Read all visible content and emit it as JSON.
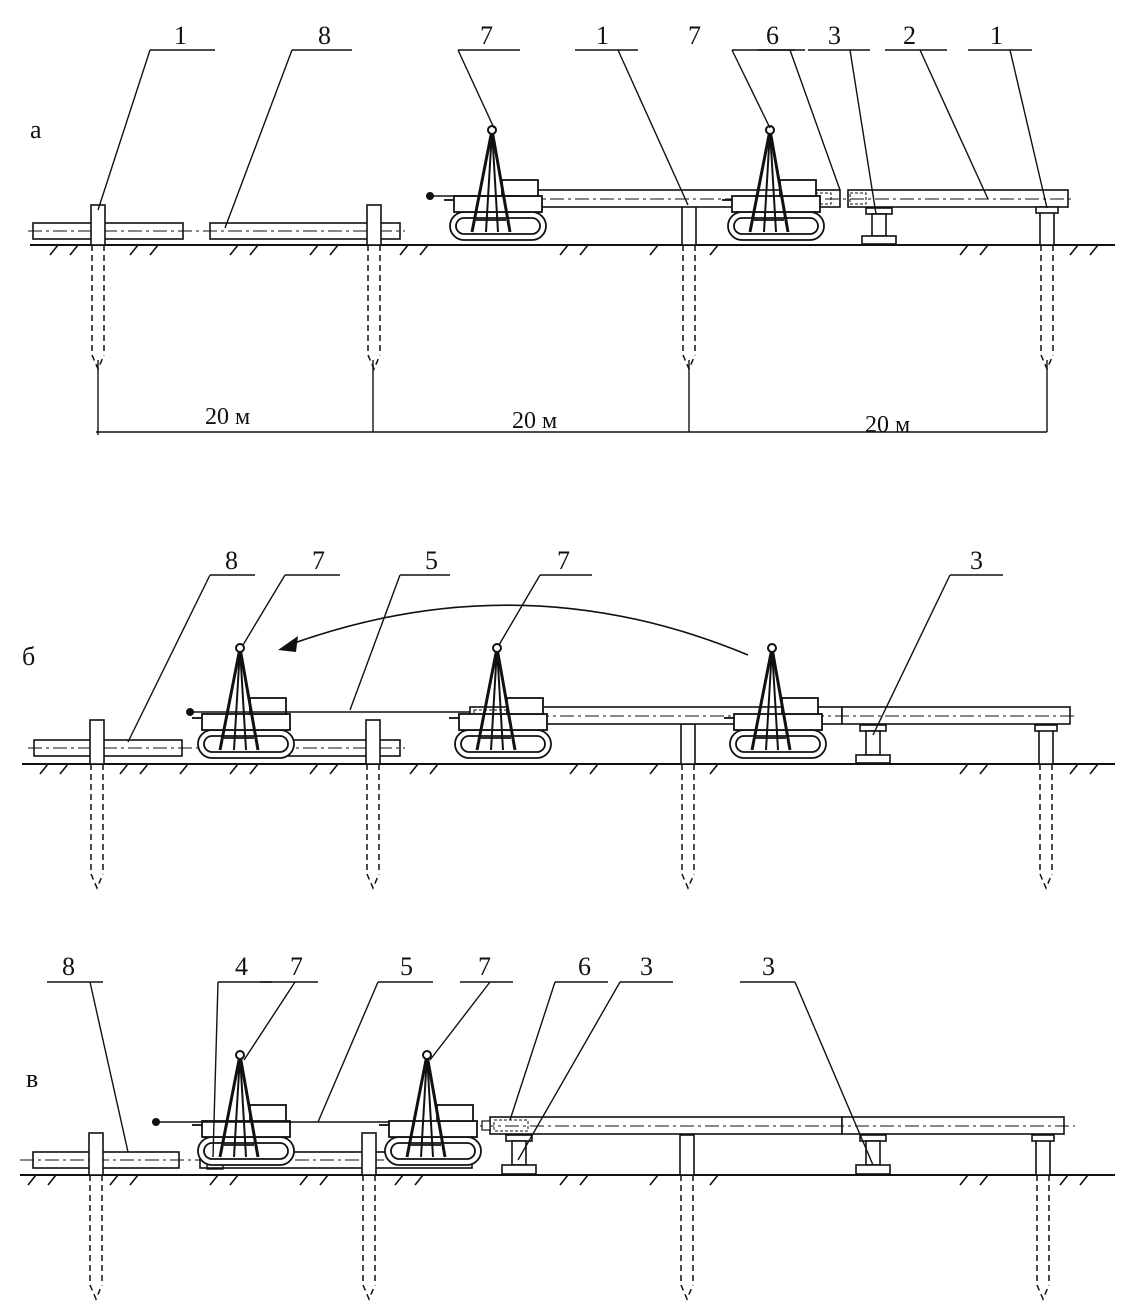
{
  "panels": [
    {
      "id": "a",
      "label": "а",
      "callouts": [
        "1",
        "8",
        "7",
        "1",
        "7",
        "6",
        "3",
        "2",
        "1"
      ],
      "dimensions": [
        "20 м",
        "20 м",
        "20 м"
      ]
    },
    {
      "id": "b",
      "label": "б",
      "callouts": [
        "8",
        "7",
        "5",
        "7",
        "3"
      ]
    },
    {
      "id": "v",
      "label": "в",
      "callouts": [
        "8",
        "4",
        "7",
        "5",
        "7",
        "6",
        "3",
        "3"
      ]
    }
  ]
}
